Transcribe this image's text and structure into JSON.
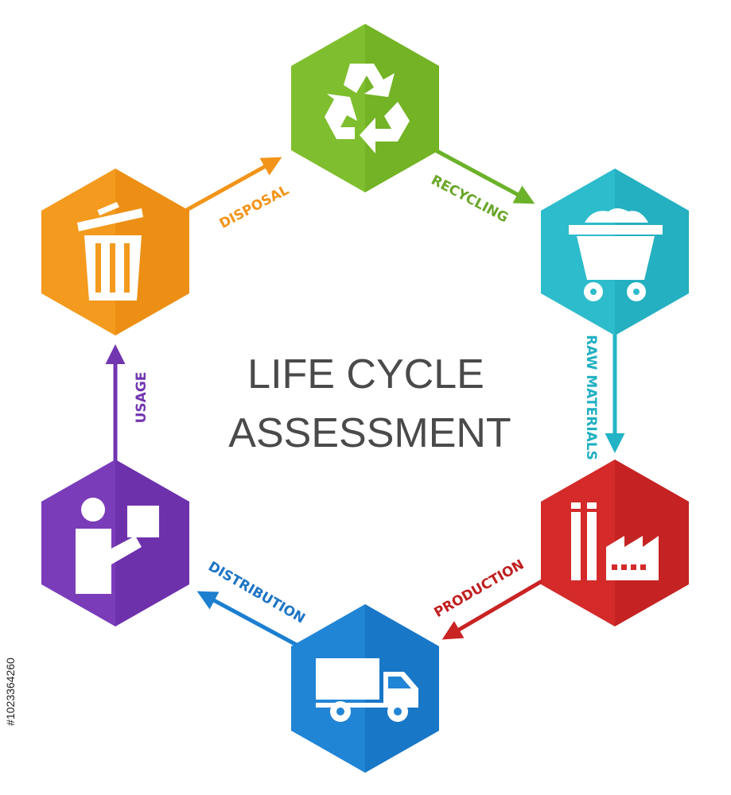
{
  "title": {
    "line1": "LIFE CYCLE",
    "line2": "ASSESSMENT"
  },
  "stages": [
    {
      "name": "recycling",
      "label": "RECYCLING",
      "color": "#76b82a",
      "color_dark": "#5e9a1c",
      "icon": "recycle-icon"
    },
    {
      "name": "raw-materials",
      "label": "RAW MATERIALS",
      "color": "#2bbacb",
      "color_dark": "#1aa2b2",
      "icon": "mine-cart-icon"
    },
    {
      "name": "production",
      "label": "PRODUCTION",
      "color": "#d42a2a",
      "color_dark": "#b41c1c",
      "icon": "factory-icon"
    },
    {
      "name": "distribution",
      "label": "DISTRIBUTION",
      "color": "#1e7fd0",
      "color_dark": "#1466b4",
      "icon": "truck-icon"
    },
    {
      "name": "usage",
      "label": "USAGE",
      "color": "#7a3bb8",
      "color_dark": "#642a9e",
      "icon": "user-with-box-icon"
    },
    {
      "name": "disposal",
      "label": "DISPOSAL",
      "color": "#f39a1f",
      "color_dark": "#e0850d",
      "icon": "trash-can-icon"
    }
  ],
  "watermark": "#1023364260"
}
